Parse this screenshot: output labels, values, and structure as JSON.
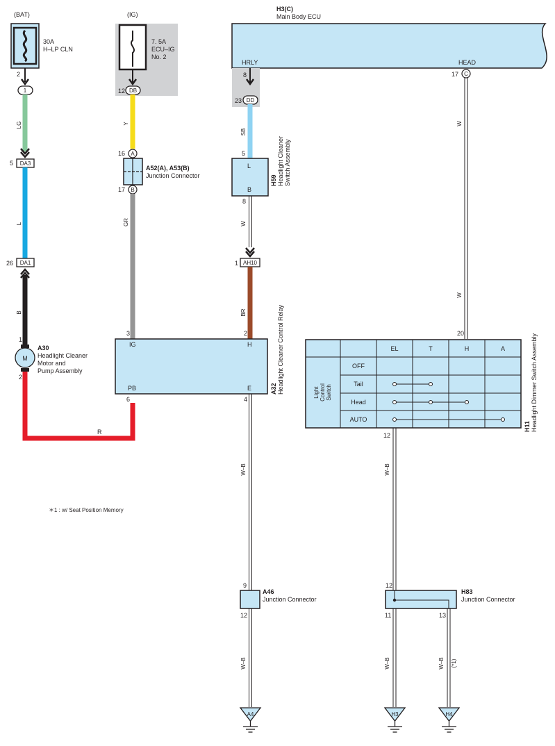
{
  "fuses": {
    "bat": {
      "label": "(BAT)",
      "rating": "30A",
      "name": "H–LP CLN",
      "pin": "2"
    },
    "ig": {
      "label": "(IG)",
      "rating": "7. 5A",
      "name_line1": "ECU–IG",
      "name_line2": "No. 2",
      "pin": "12",
      "connector": "DB"
    }
  },
  "ecu": {
    "id": "H3(C)",
    "name": "Main Body ECU",
    "terminal_hrly": "HRLY",
    "terminal_head": "HEAD",
    "pin_hrly": "8",
    "pin_head": "17",
    "conn_head": "C",
    "pin_dd": "23",
    "conn_dd": "DD"
  },
  "left_column": {
    "conn1": "1",
    "wire_lg": "LG",
    "pin_da3": "5",
    "conn_da3": "DA3",
    "wire_l": "L",
    "pin_da1": "26",
    "conn_da1": "DA1",
    "wire_b": "B"
  },
  "motor": {
    "id": "A30",
    "line1": "Headlight Cleaner",
    "line2": "Motor and",
    "line3": "Pump Assembly",
    "symbol": "M",
    "pin_top": "1",
    "pin_bottom": "2"
  },
  "wire_r": "R",
  "junction_a52": {
    "id": "A52(A), A53(B)",
    "name": "Junction Connector",
    "pin_a": "16",
    "conn_a": "A",
    "pin_b": "17",
    "conn_b": "B",
    "wire_y": "Y",
    "wire_gr": "GR"
  },
  "switch_h59": {
    "id": "H59",
    "name_line1": "Headlight Cleaner",
    "name_line2": "Switch Assembly",
    "term_l": "L",
    "term_b": "B",
    "pin_l": "5",
    "pin_b": "8",
    "wire_sb": "SB",
    "wire_w": "W",
    "pin_ah": "1",
    "conn_ah": "AH10",
    "wire_br": "BR"
  },
  "relay_a32": {
    "id": "A32",
    "name": "Headlight Cleaner Control Relay",
    "term_ig": "IG",
    "term_h": "H",
    "term_pb": "PB",
    "term_e": "E",
    "pin_ig": "3",
    "pin_h": "2",
    "pin_pb": "6",
    "pin_e": "4"
  },
  "head_wire": {
    "w1": "W",
    "w2": "W",
    "pin": "20"
  },
  "switch_h11": {
    "id": "H11",
    "name": "Headlight Dimmer Switch Assembly",
    "group_line1": "Light",
    "group_line2": "Control",
    "group_line3": "Switch",
    "columns": [
      "EL",
      "T",
      "H",
      "A"
    ],
    "rows": [
      "OFF",
      "Tail",
      "Head",
      "AUTO"
    ],
    "pin_bottom": "12"
  },
  "a46": {
    "id": "A46",
    "name": "Junction Connector",
    "pin_top": "9",
    "pin_bottom": "12",
    "wire_top": "W–B",
    "wire_bottom": "W–B"
  },
  "h83": {
    "id": "H83",
    "name": "Junction Connector",
    "pin_top": "12",
    "pin_left": "11",
    "pin_right": "13",
    "wire_top": "W–B",
    "wire_left": "W–B",
    "wire_right": "W–B",
    "note_ref": "(*1)"
  },
  "grounds": {
    "a4": "A4",
    "h3": "H3",
    "h4": "H4"
  },
  "footnote": "＊1 : w/ Seat Position Memory",
  "colors": {
    "box": "#c5e6f6",
    "gray_box": "#d1d2d4",
    "lg": "#86c89b",
    "l": "#17a8e1",
    "b": "#231f20",
    "r": "#e51d2a",
    "y": "#f6dc1a",
    "gr": "#959595",
    "sb": "#8fd3f2",
    "br": "#9b4a2a"
  }
}
